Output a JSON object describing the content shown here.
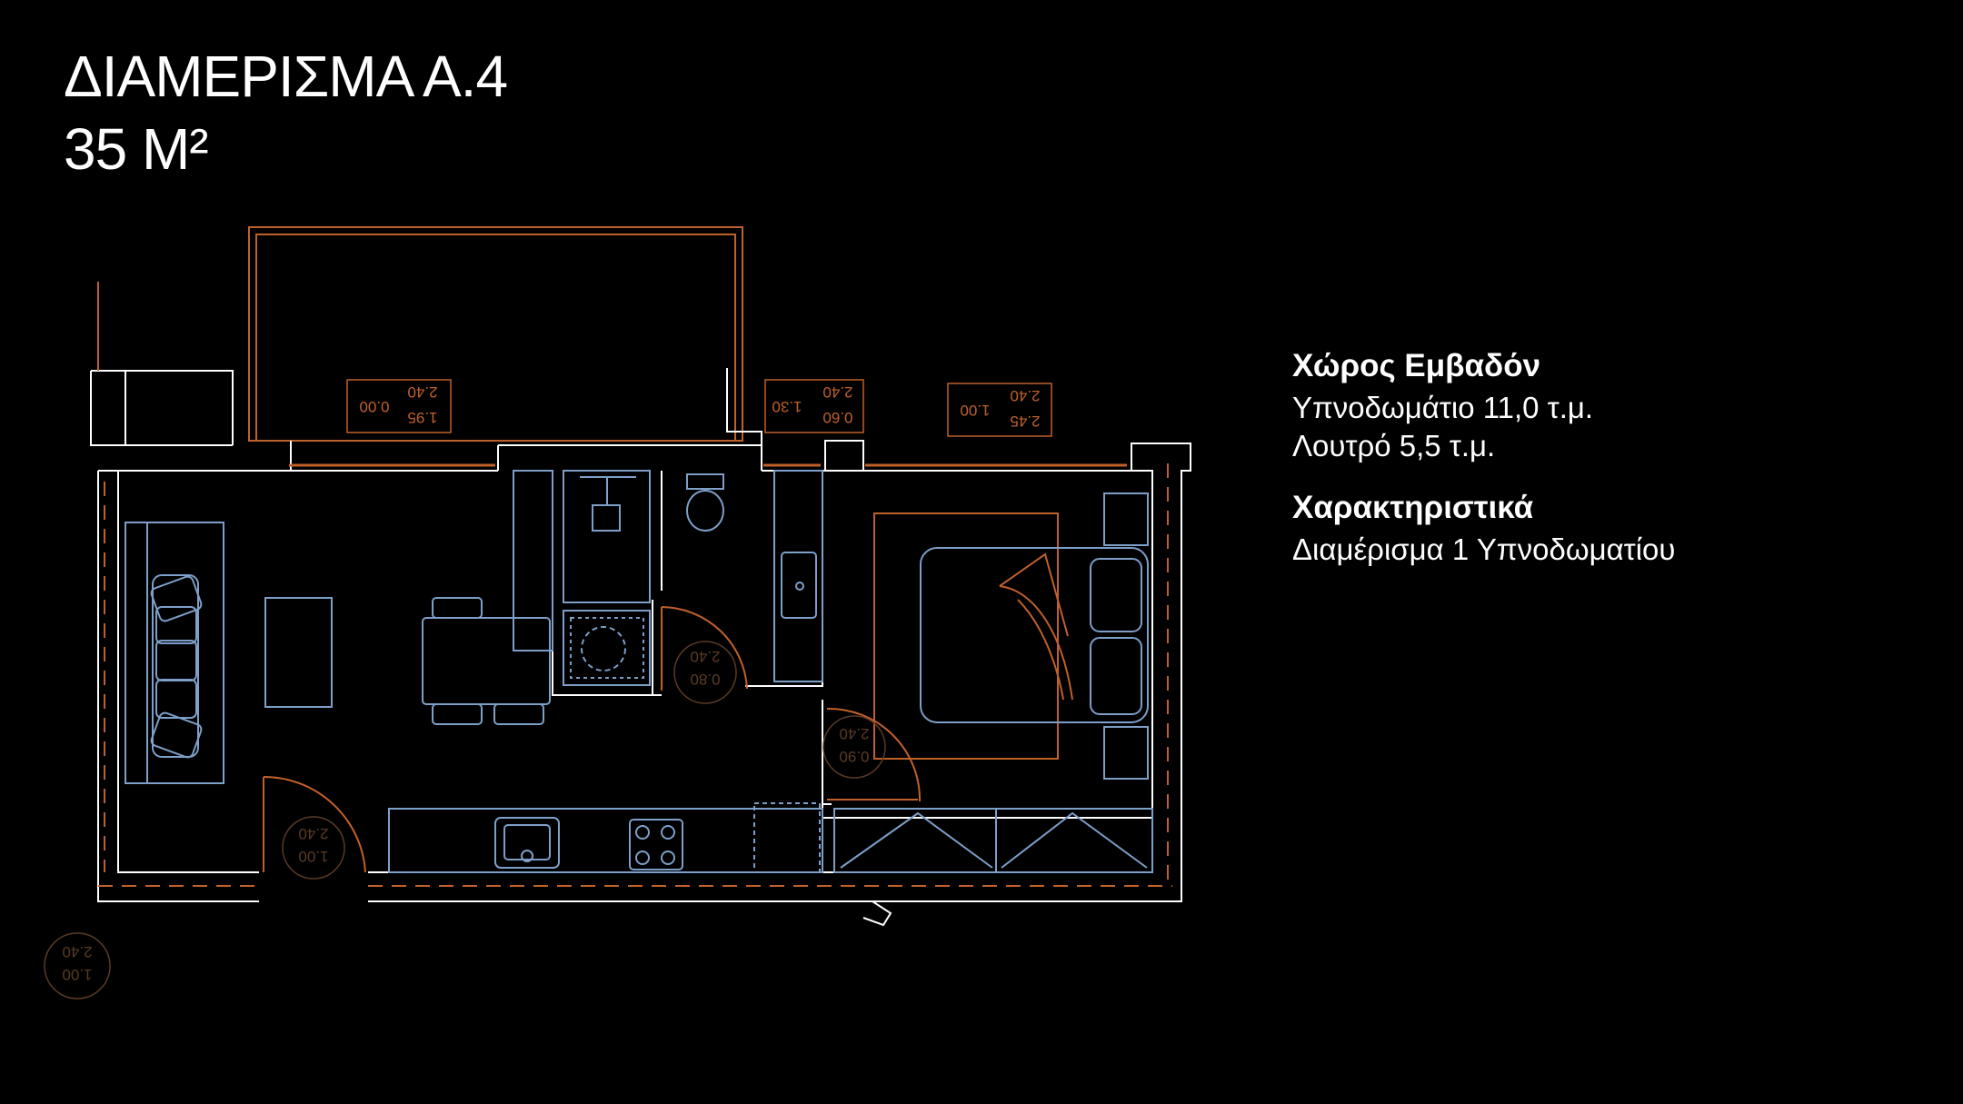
{
  "header": {
    "title": "ΔΙΑΜΕΡΙΣΜΑ Α.4",
    "area": "35 Μ²"
  },
  "info": {
    "section1_heading": "Χώρος Εμβαδόν",
    "bedroom_area": "Υπνοδωμάτιο 11,0 τ.μ.",
    "bathroom_area": "Λουτρό 5,5 τ.μ.",
    "section2_heading": "Χαρακτηριστικά",
    "apartment_type": "Διαμέρισμα 1 Υπνοδωματίου"
  },
  "plan_labels": {
    "window_1": {
      "top": "2.40",
      "bottom": "1.95",
      "side": "0.00"
    },
    "window_2": {
      "top": "2.40",
      "bottom": "0.60",
      "side": "1.30"
    },
    "window_3": {
      "top": "2.40",
      "bottom": "2.45",
      "side": "1.00"
    },
    "door_bath": {
      "top": "2.40",
      "bottom": "0.80"
    },
    "door_bed": {
      "top": "2.40",
      "bottom": "0.90"
    },
    "door_entry": {
      "top": "2.40",
      "bottom": "1.00"
    },
    "door_outer": {
      "top": "2.40",
      "bottom": "1.00"
    }
  },
  "colors": {
    "wall": "#ffffff",
    "orange": "#c0612a",
    "blue": "#7d9fc8",
    "background": "#000000"
  }
}
